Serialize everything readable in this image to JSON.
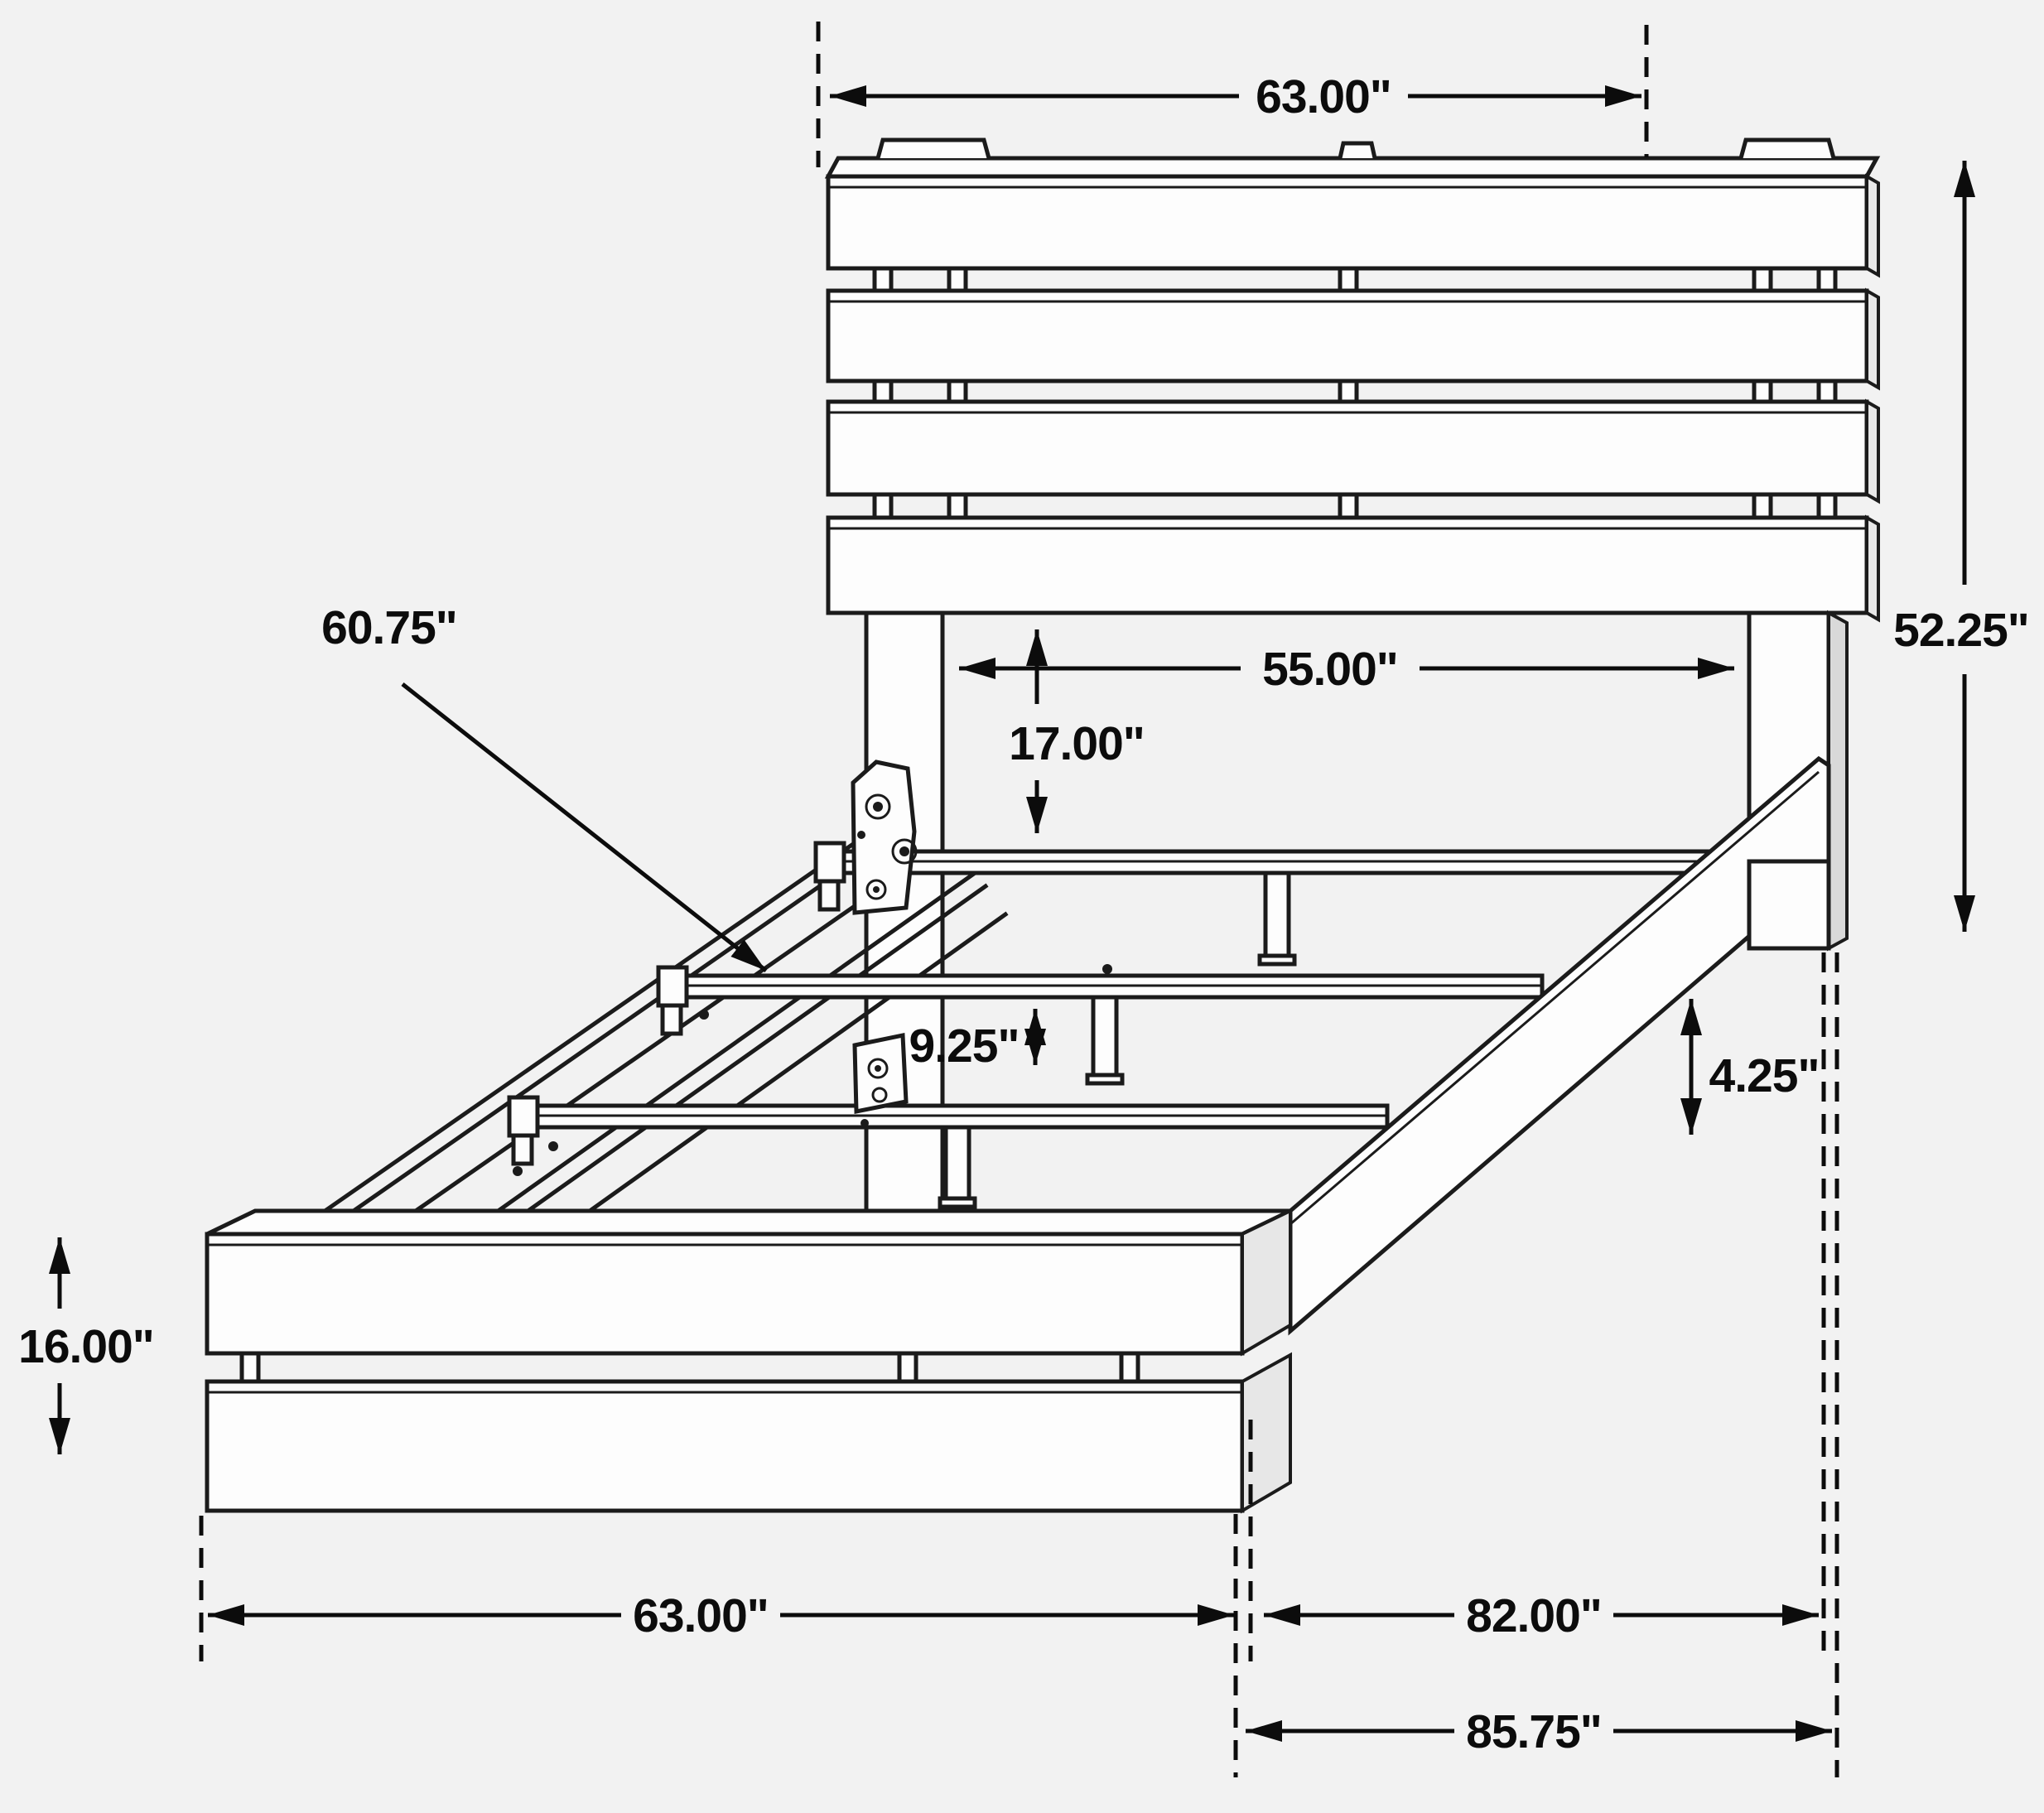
{
  "diagram": {
    "kind": "bed-frame-dimension-drawing",
    "units": "inches",
    "dimensions": {
      "headboard_width": {
        "label": "63.00\""
      },
      "headboard_height": {
        "label": "52.25\""
      },
      "legs_inner_span": {
        "label": "55.00\""
      },
      "headboard_to_slat_drop": {
        "label": "17.00\""
      },
      "slat_length": {
        "label": "60.75\""
      },
      "slat_spacing": {
        "label": "9.25\""
      },
      "rail_floor_clearance": {
        "label": "4.25\""
      },
      "footboard_height": {
        "label": "16.00\""
      },
      "footboard_width": {
        "label": "63.00\""
      },
      "frame_inner_length": {
        "label": "82.00\""
      },
      "overall_length": {
        "label": "85.75\""
      }
    }
  }
}
